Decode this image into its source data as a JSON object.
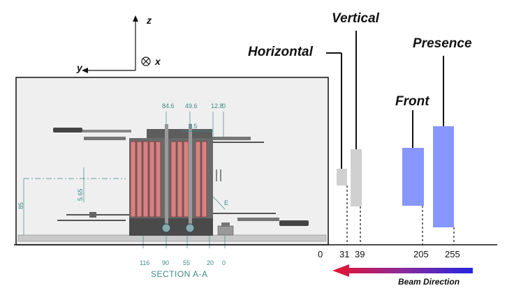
{
  "axes_indicator": {
    "z": "z",
    "y": "y",
    "x": "x"
  },
  "drawing": {
    "top_dimensions": [
      "84.6",
      "49.6",
      "12.8",
      "0",
      "3.5"
    ],
    "side_dimensions": [
      "5.65",
      "85"
    ],
    "bottom_dimensions": [
      "116",
      "90",
      "55",
      "20",
      "0"
    ],
    "marker_label": "E",
    "caption": "SECTION A-A"
  },
  "chart_labels": {
    "horizontal": "Horizontal",
    "vertical": "Vertical",
    "front": "Front",
    "presence": "Presence"
  },
  "axis_ticks": [
    "0",
    "31",
    "39",
    "205",
    "255"
  ],
  "beam_label": "Beam Direction",
  "colors": {
    "gray_bar": "#d0d0d0",
    "blue_bar": "#8896ff",
    "arrow_start": "#e8132d",
    "arrow_end": "#2626e0"
  }
}
